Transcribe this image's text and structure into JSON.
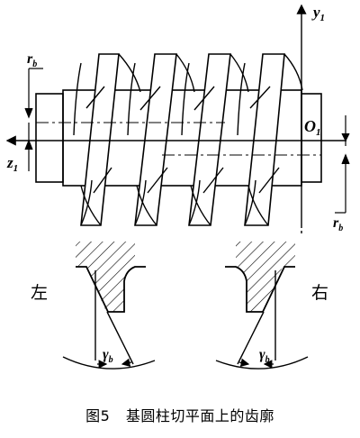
{
  "labels": {
    "y_axis": "y",
    "y_axis_sub": "1",
    "z_axis": "z",
    "z_axis_sub": "1",
    "origin": "O",
    "origin_sub": "1",
    "rb_left": "r",
    "rb_left_sub": "b",
    "rb_right": "r",
    "rb_right_sub": "b",
    "gamma_left": "γ",
    "gamma_left_sub": "b",
    "gamma_right": "γ",
    "gamma_right_sub": "b",
    "left_side": "左",
    "right_side": "右"
  },
  "caption": {
    "figure_number": "图5",
    "title": "基圆柱切平面上的齿廓"
  }
}
